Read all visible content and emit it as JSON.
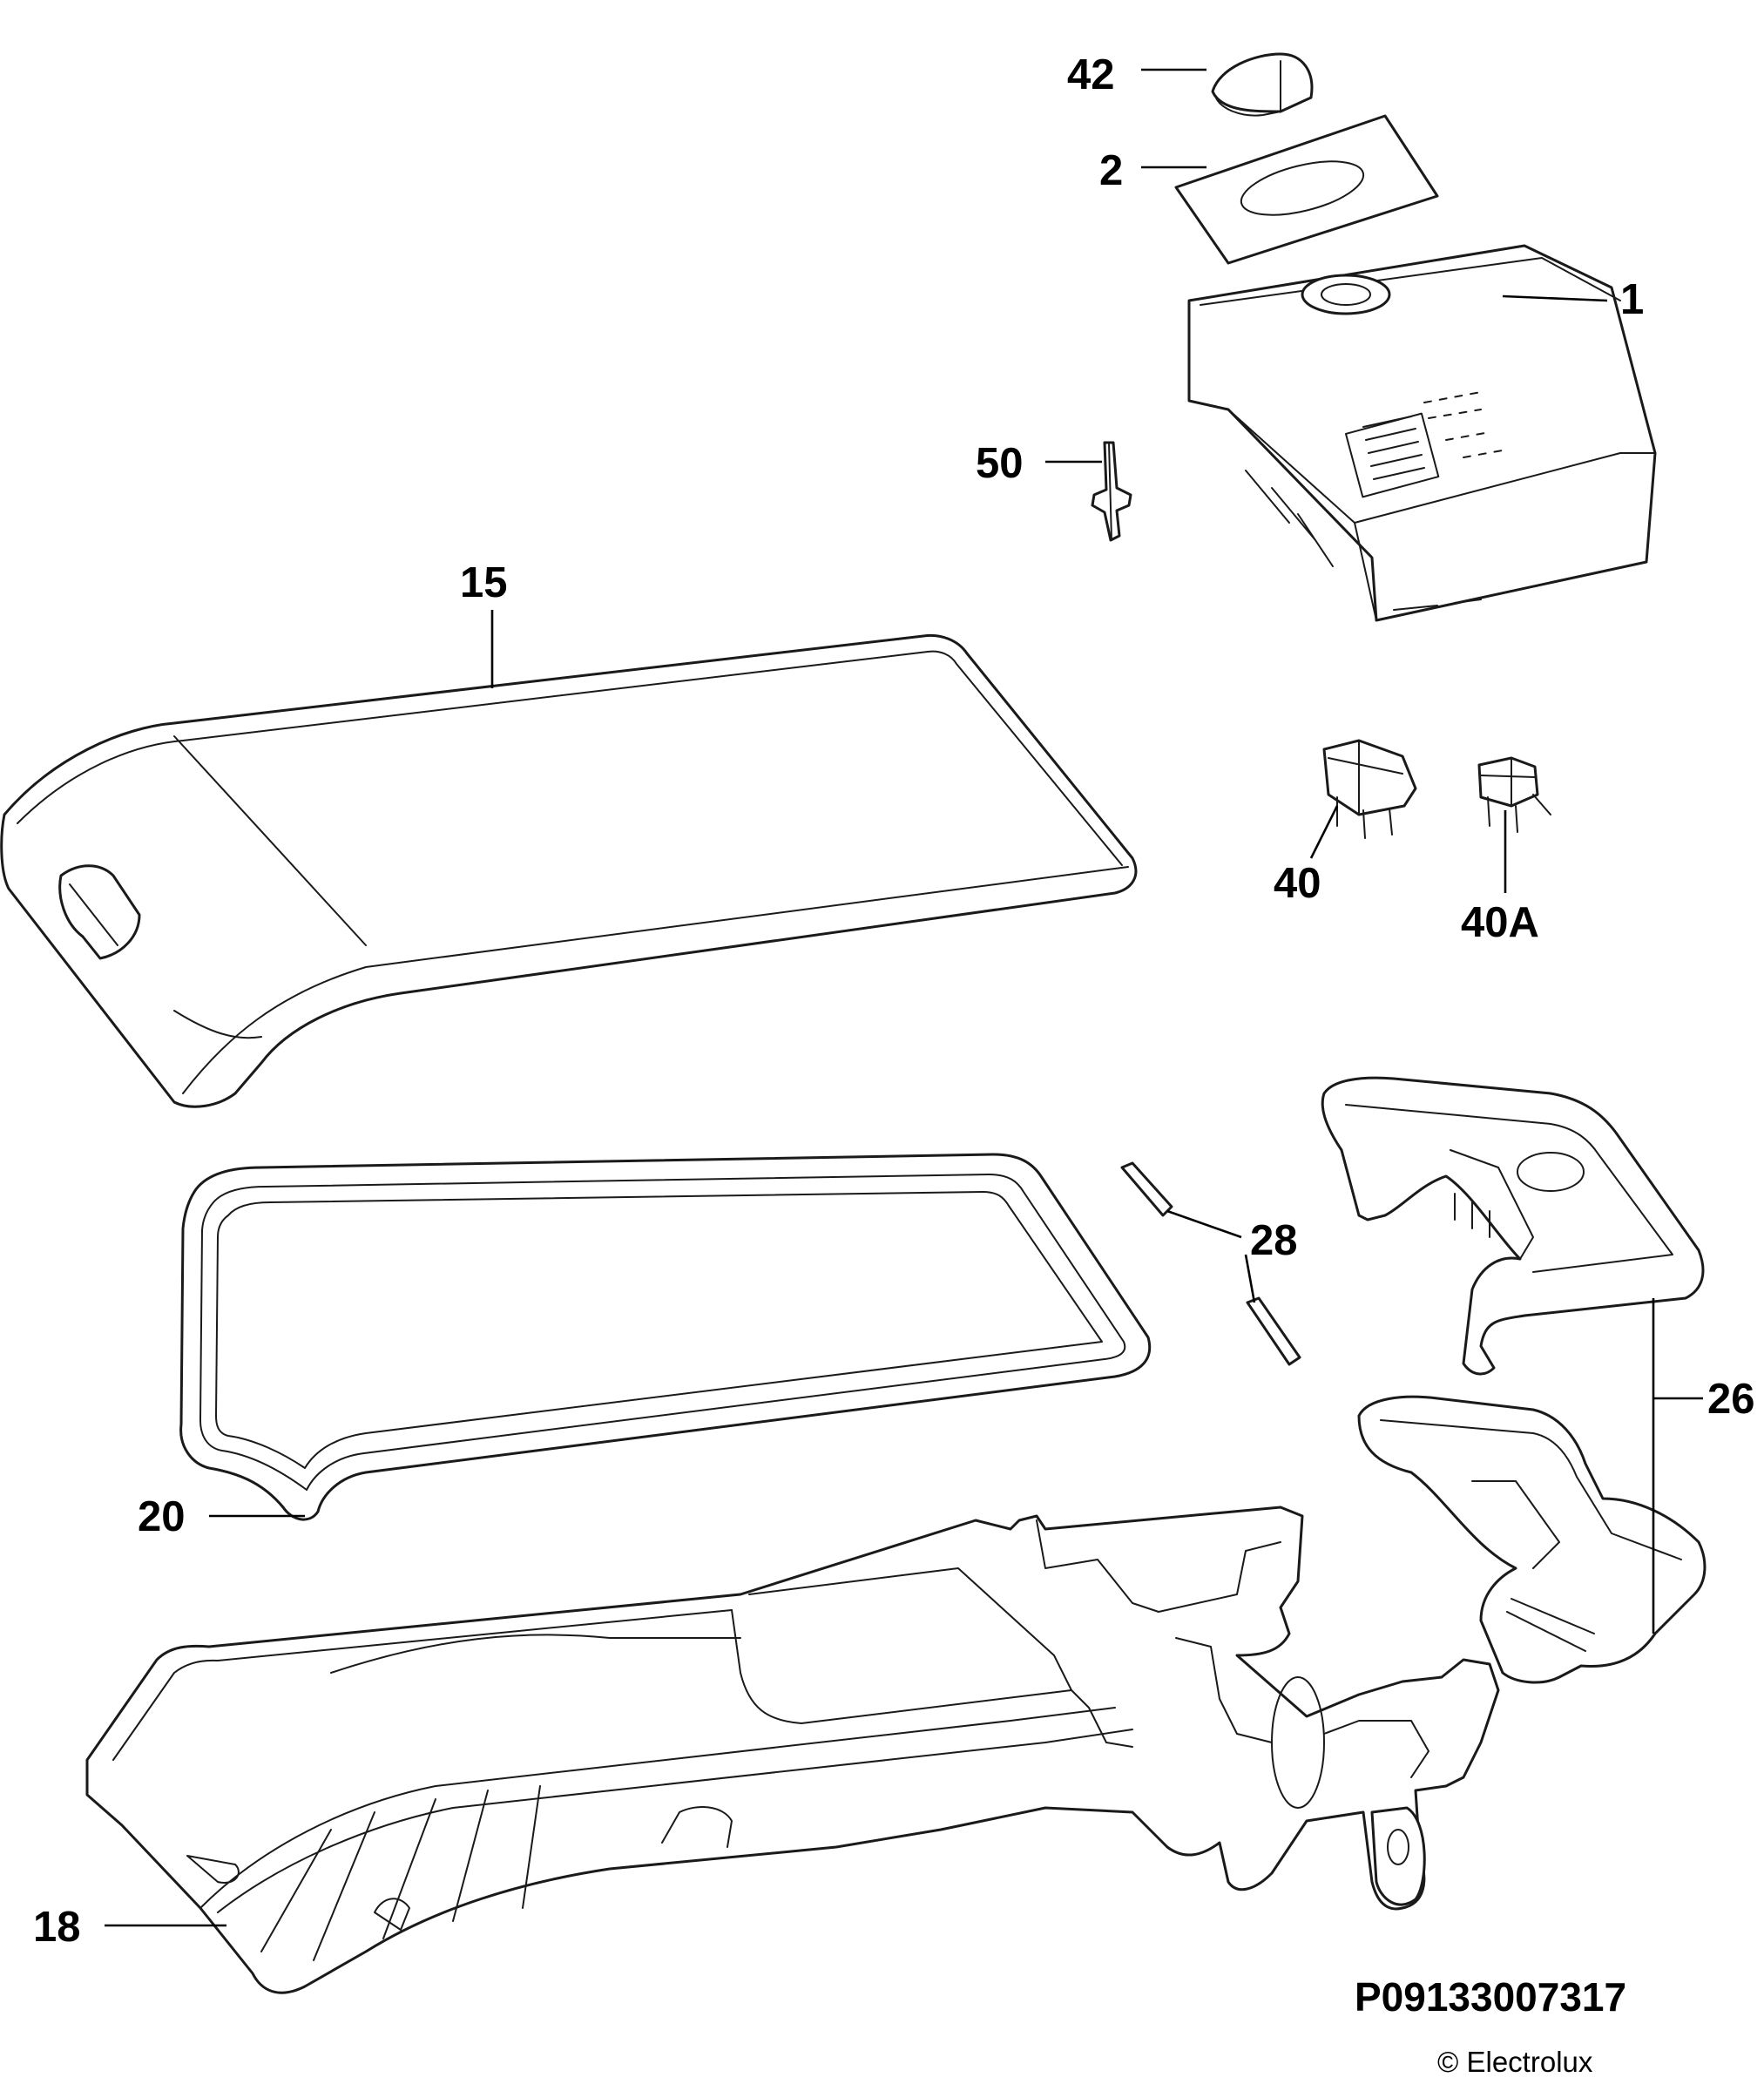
{
  "callouts": {
    "c42": "42",
    "c2": "2",
    "c1": "1",
    "c50": "50",
    "c15": "15",
    "c40": "40",
    "c40a": "40A",
    "c28": "28",
    "c26": "26",
    "c20": "20",
    "c18": "18"
  },
  "footer": {
    "document_number": "P09133007317",
    "copyright": "© Electrolux"
  }
}
